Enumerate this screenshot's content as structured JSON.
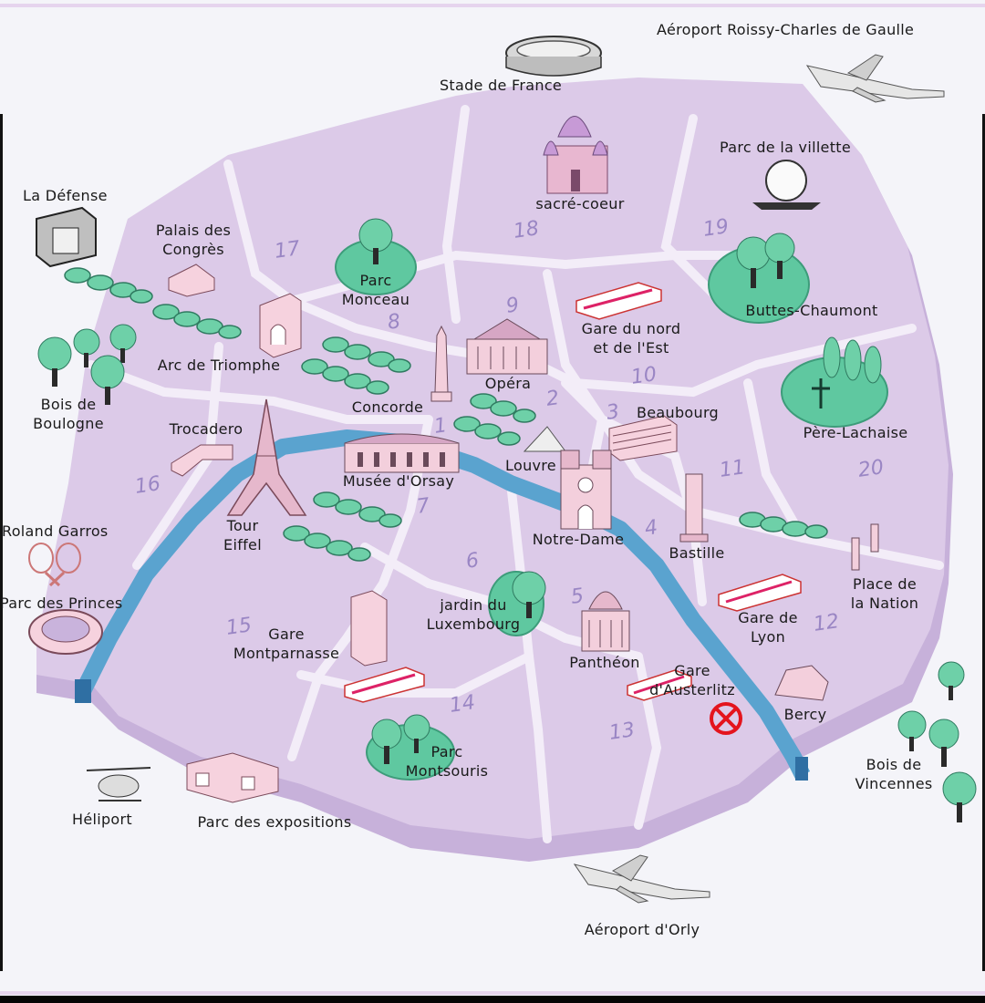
{
  "map": {
    "landmarks": {
      "aeroport_cdg": "Aéroport Roissy-Charles de Gaulle",
      "stade_de_france": "Stade de France",
      "sacre_coeur": "sacré-coeur",
      "parc_villette": "Parc de la villette",
      "la_defense": "La Défense",
      "palais_congres": "Palais des\nCongrès",
      "parc_monceau": "Parc\nMonceau",
      "buttes_chaumont": "Buttes-Chaumont",
      "gare_nord": "Gare du nord\net de l'Est",
      "arc_triomphe": "Arc de Triomphe",
      "opera": "Opéra",
      "bois_boulogne": "Bois de\nBoulogne",
      "concorde": "Concorde",
      "beaubourg": "Beaubourg",
      "pere_lachaise": "Père-Lachaise",
      "trocadero": "Trocadero",
      "musee_orsay": "Musée d'Orsay",
      "louvre": "Louvre",
      "roland_garros": "Roland Garros",
      "tour_eiffel": "Tour\nEiffel",
      "notre_dame": "Notre-Dame",
      "bastille": "Bastille",
      "place_nation": "Place de\nla Nation",
      "parc_princes": "Parc des Princes",
      "jardin_luxembourg": "jardin du\nLuxembourg",
      "gare_lyon": "Gare de\nLyon",
      "gare_montparnasse": "Gare\nMontparnasse",
      "pantheon": "Panthéon",
      "gare_austerlitz": "Gare\nd'Austerlitz",
      "bercy": "Bercy",
      "parc_montsouris": "Parc\nMontsouris",
      "bois_vincennes": "Bois de\nVincennes",
      "heliport": "Héliport",
      "parc_expositions": "Parc des expositions",
      "aeroport_orly": "Aéroport d'Orly"
    },
    "arrondissements": [
      "1",
      "2",
      "3",
      "4",
      "5",
      "6",
      "7",
      "8",
      "9",
      "10",
      "11",
      "12",
      "13",
      "14",
      "15",
      "16",
      "17",
      "18",
      "19",
      "20"
    ],
    "colors": {
      "land": "#d9c6e6",
      "land_edge": "#c4a9d8",
      "streets": "#f4eef8",
      "river": "#5aa3cf",
      "parks": "#5fc8a0",
      "numbers": "#9a86c4",
      "marker": "#e4141d"
    },
    "marker_icon": "red-circle-x-icon"
  }
}
